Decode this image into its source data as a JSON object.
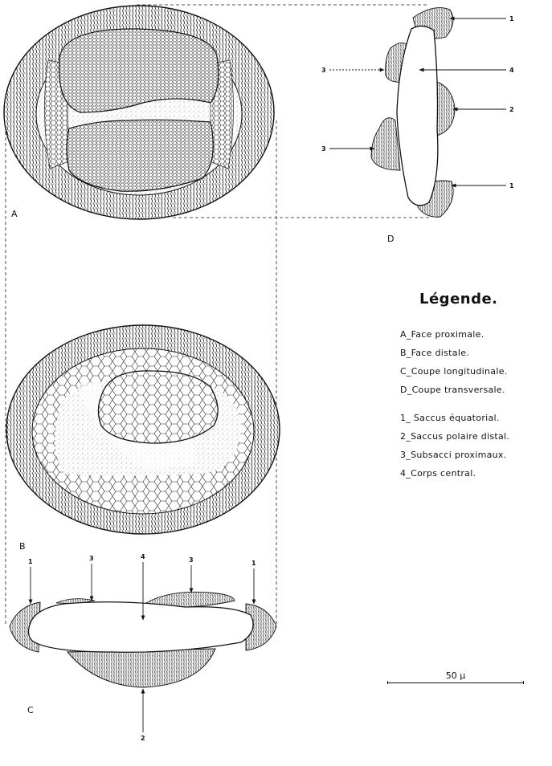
{
  "figures": {
    "A": "A",
    "B": "B",
    "C": "C",
    "D": "D"
  },
  "callouts": {
    "d_1_top": "1",
    "d_4": "4",
    "d_3_top": "3",
    "d_2": "2",
    "d_3_bottom": "3",
    "d_1_bottom": "1",
    "c_1_left": "1",
    "c_3_left": "3",
    "c_4": "4",
    "c_3_right": "3",
    "c_1_right": "1",
    "c_2": "2"
  },
  "legend": {
    "title": "Légende.",
    "views": [
      "A_Face proximale.",
      "B_Face distale.",
      "C_Coupe longitudinale.",
      "D_Coupe transversale."
    ],
    "parts": [
      "1_ Saccus équatorial.",
      "2_Saccus polaire distal.",
      "3_Subsacci proximaux.",
      "4_Corps central."
    ]
  },
  "scale_bar": {
    "label": "50 µ"
  }
}
